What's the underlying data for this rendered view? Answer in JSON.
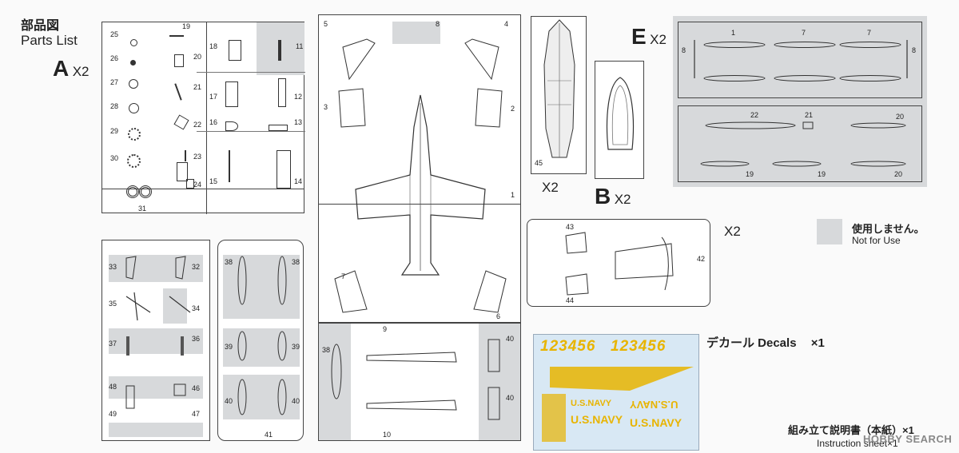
{
  "header": {
    "title_ja": "部品図",
    "title_en": "Parts List"
  },
  "sprues": {
    "A": {
      "letter": "A",
      "qty": "X2"
    },
    "E": {
      "letter": "E",
      "qty": "X2"
    },
    "B": {
      "letter": "B",
      "qty": "X2"
    },
    "main_qty": "X2",
    "wing_qty": "X2"
  },
  "legend": {
    "ja": "使用しません。",
    "en": "Not for Use",
    "swatch_color": "#d7d9db"
  },
  "decals": {
    "label": "デカール Decals",
    "qty": "×1",
    "numbers": "123456",
    "navy_text": "U.S.NAVY",
    "accent_color": "#e8b400"
  },
  "instruction": {
    "label": "組み立て説明書（本紙）×1",
    "en": "Instruction sheet×1"
  },
  "watermark": {
    "text": "HOBBY SEARCH"
  },
  "part_numbers": {
    "a_left": [
      "25",
      "26",
      "27",
      "28",
      "29",
      "30",
      "31"
    ],
    "a_mid": [
      "19",
      "20",
      "21",
      "22",
      "23",
      "24"
    ],
    "a_right_l": [
      "18",
      "17",
      "16",
      "15"
    ],
    "a_right_r": [
      "11",
      "12",
      "13",
      "14"
    ],
    "main": [
      "5",
      "8",
      "4",
      "3",
      "2",
      "1",
      "7",
      "6"
    ],
    "fuselage": [
      "45"
    ],
    "e_top": [
      "1",
      "7",
      "7",
      "8",
      "8"
    ],
    "e_bottom": [
      "22",
      "21",
      "20",
      "19",
      "19",
      "20"
    ],
    "wing": [
      "43",
      "42",
      "44"
    ],
    "low1_l": [
      "33",
      "35",
      "37",
      "48",
      "49"
    ],
    "low1_r": [
      "32",
      "34",
      "36",
      "46",
      "47"
    ],
    "low2_l": [
      "38",
      "39",
      "40"
    ],
    "low2_r": [
      "38",
      "39",
      "40",
      "41"
    ],
    "low3": [
      "9",
      "38",
      "40",
      "40",
      "10"
    ]
  }
}
